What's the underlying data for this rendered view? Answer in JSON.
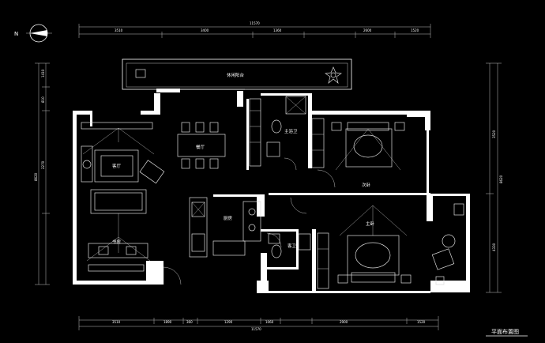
{
  "title": "平面布置图",
  "compass": {
    "label": "N"
  },
  "rooms": {
    "balcony": "休闲阳台",
    "living": "客厅",
    "dining": "餐厅",
    "kitchen": "厨房",
    "study": "书房",
    "bath_main": "主浴卫",
    "bath_guest": "客卫",
    "bedroom": "次卧",
    "master": "主卧"
  },
  "dimensions": {
    "top_total": "11570",
    "bottom_total": "11570",
    "top": [
      "3510",
      "3400",
      "1360",
      "2600",
      "1520"
    ],
    "bottom": [
      "3510",
      "1890",
      "360",
      "1290",
      "1060",
      "2900",
      "1520"
    ],
    "left": [
      "1410",
      "810",
      "2270",
      "8620"
    ],
    "right": [
      "3520",
      "4330",
      "8620"
    ]
  },
  "colors": {
    "background": "#000000",
    "lines": "#ffffff"
  }
}
